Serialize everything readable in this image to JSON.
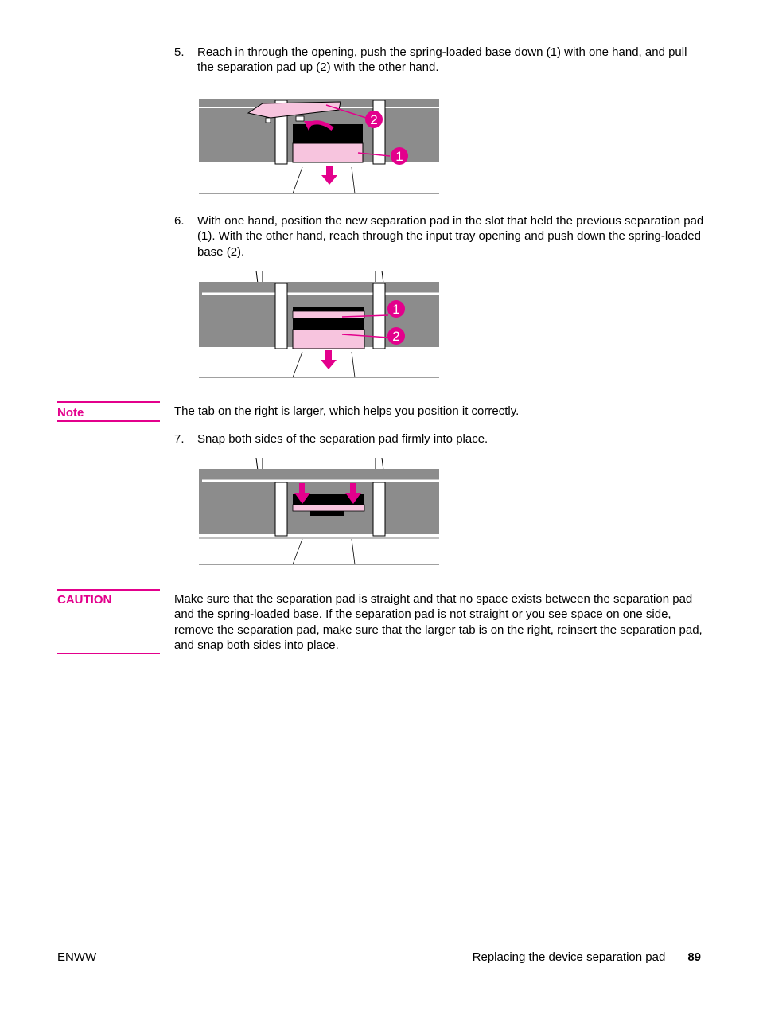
{
  "steps": [
    {
      "number": "5.",
      "text": "Reach in through the opening, push the spring-loaded base down (1) with one hand, and pull the separation pad up (2) with the other hand."
    },
    {
      "number": "6.",
      "text": "With one hand, position the new separation pad in the slot that held the previous separation pad (1). With the other hand, reach through the input tray opening and push down the spring-loaded base (2)."
    },
    {
      "number": "7.",
      "text": "Snap both sides of the separation pad firmly into place."
    }
  ],
  "callouts": {
    "fig1": [
      "2",
      "1"
    ],
    "fig2": [
      "1",
      "2"
    ]
  },
  "note": {
    "label": "Note",
    "text": "The tab on the right is larger, which helps you position it correctly."
  },
  "caution": {
    "label": "CAUTION",
    "text": "Make sure that the separation pad is straight and that no space exists between the separation pad and the spring-loaded base. If the separation pad is not straight or you see space on one side, remove the separation pad, make sure that the larger tab is on the right, reinsert the separation pad, and snap both sides into place."
  },
  "footer": {
    "left": "ENWW",
    "section": "Replacing the device separation pad",
    "page": "89"
  },
  "colors": {
    "accent": "#e3008c",
    "pad": "#f7c4de",
    "device_gray": "#8c8c8c",
    "slot_black": "#000000"
  }
}
